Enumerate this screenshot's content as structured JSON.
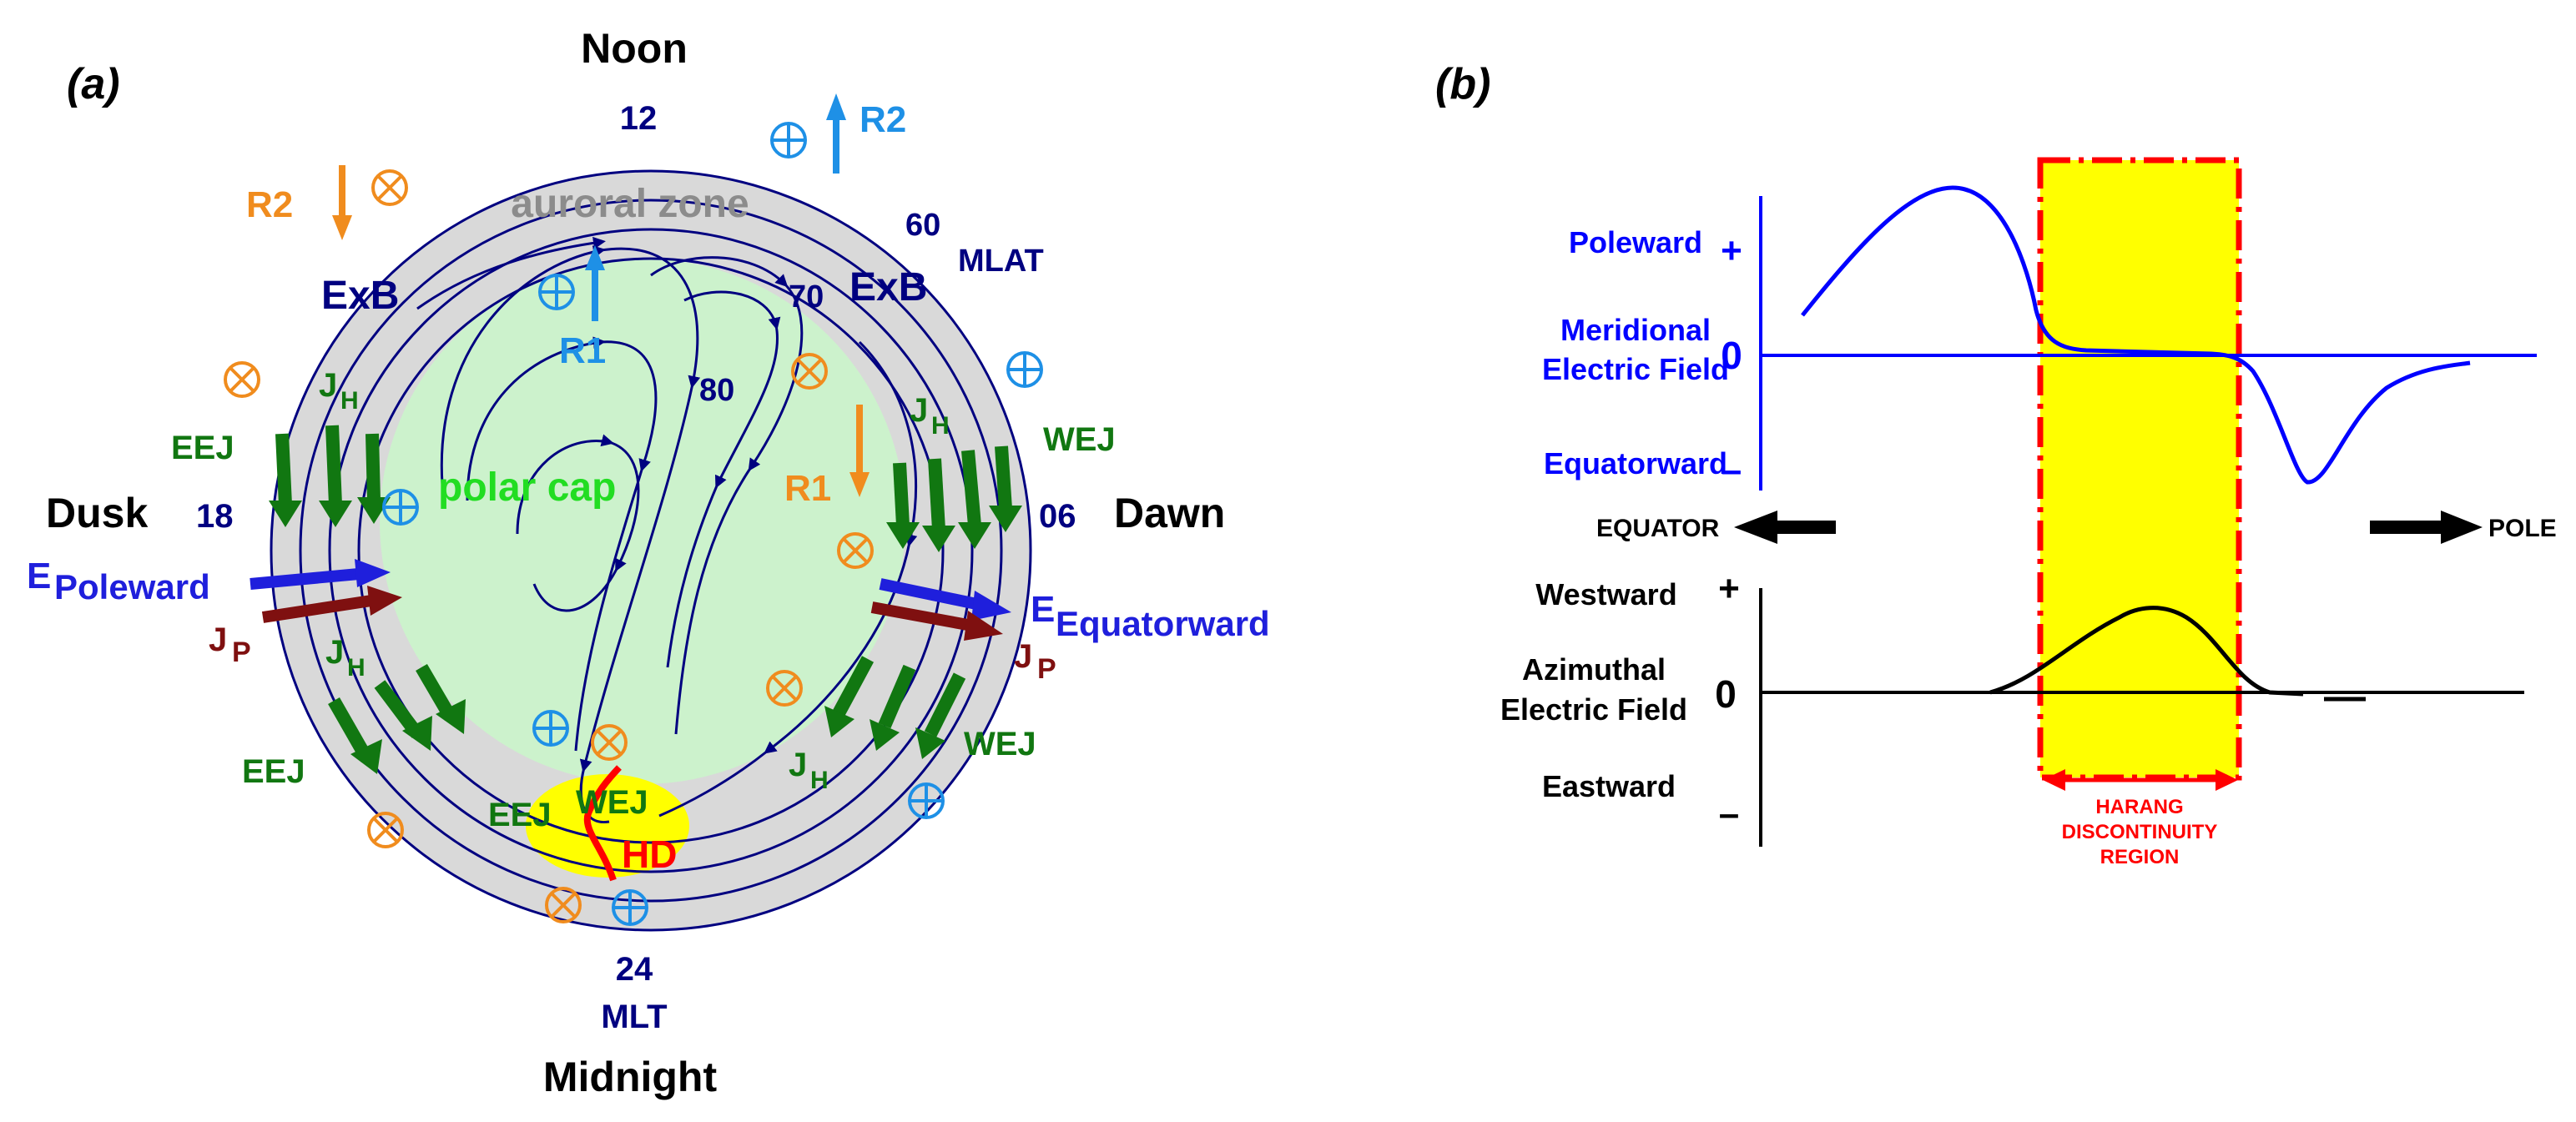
{
  "panel_a": {
    "label": "(a)",
    "noon": "Noon",
    "midnight": "Midnight",
    "dusk": "Dusk",
    "dawn": "Dawn",
    "mlt_12": "12",
    "mlt_18": "18",
    "mlt_06": "06",
    "mlt_24": "24",
    "mlt_unit": "MLT",
    "lat_60": "60",
    "lat_70": "70",
    "lat_80": "80",
    "mlat_unit": "MLAT",
    "auroral_zone": "auroral zone",
    "polar_cap": "polar cap",
    "exb": "ExB",
    "r1": "R1",
    "r2": "R2",
    "jh_main": "J",
    "jh_sub": "H",
    "jp_main": "J",
    "jp_sub": "P",
    "eej": "EEJ",
    "wej": "WEJ",
    "hd": "HD",
    "e_main": "E",
    "e_poleward": "Poleward",
    "e_equatorward": "Equatorward",
    "colors": {
      "gray_zone": "#d9d9d9",
      "polar_cap": "#ccf2cc",
      "convection": "#000080",
      "jh_arrow": "#117711",
      "r_orange": "#f08c1e",
      "r_blue": "#1e90e6",
      "e_arrow": "#1f1fdc",
      "jp_arrow": "#7f1010",
      "harang": "#ffff00",
      "hd_line": "#ff0000"
    }
  },
  "panel_b": {
    "label": "(b)",
    "poleward": "Poleward",
    "meridional_line1": "Meridional",
    "meridional_line2": "Electric Field",
    "equatorward": "Equatorward",
    "plus": "+",
    "minus": "–",
    "zero": "0",
    "equator": "EQUATOR",
    "pole": "POLE",
    "westward": "Westward",
    "azimuthal_line1": "Azimuthal",
    "azimuthal_line2": "Electric Field",
    "eastward": "Eastward",
    "region_line1": "HARANG",
    "region_line2": "DISCONTINUITY",
    "region_line3": "REGION",
    "colors": {
      "meridional": "#0000ff",
      "azimuthal": "#000000",
      "region_fill": "#ffff00",
      "region_border": "#ff0000"
    }
  }
}
